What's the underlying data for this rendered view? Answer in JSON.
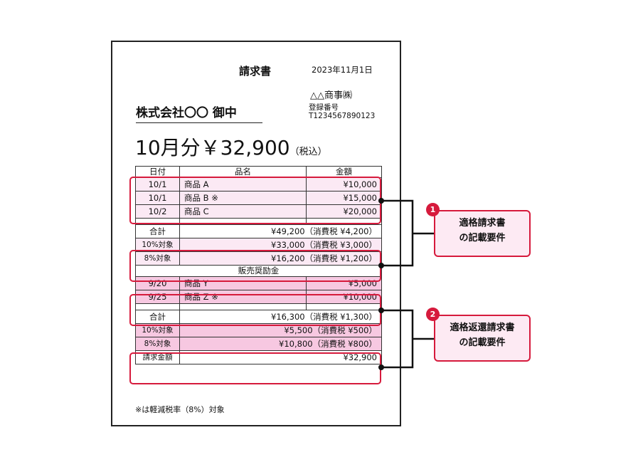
{
  "invoice": {
    "title": "請求書",
    "date": "2023年11月1日",
    "client": "株式会社〇〇 御中",
    "issuer": "△△商事㈱",
    "registration_label": "登録番号",
    "registration_number": "T1234567890123",
    "amount_main": "10月分￥32,900",
    "amount_suffix": "（税込）",
    "header": {
      "date": "日付",
      "item": "品名",
      "amount": "金額"
    },
    "items": [
      {
        "date": "10/1",
        "name": "商品 A",
        "amount": "¥10,000"
      },
      {
        "date": "10/1",
        "name": "商品 B ※",
        "amount": "¥15,000"
      },
      {
        "date": "10/2",
        "name": "商品 C",
        "amount": "¥20,000"
      }
    ],
    "subtotal": {
      "label": "合計",
      "value": "¥49,200（消費税 ¥4,200）"
    },
    "tax_10": {
      "label": "10%対象",
      "value": "¥33,000（消費税 ¥3,000）"
    },
    "tax_8": {
      "label": "8%対象",
      "value": "¥16,200（消費税 ¥1,200）"
    },
    "rebate_header": "販売奨励金",
    "rebates": [
      {
        "date": "9/20",
        "name": "商品 Y",
        "amount": "¥5,000"
      },
      {
        "date": "9/25",
        "name": "商品 Z ※",
        "amount": "¥10,000"
      }
    ],
    "rebate_subtotal": {
      "label": "合計",
      "value": "¥16,300（消費税 ¥1,300）"
    },
    "rebate_tax_10": {
      "label": "10%対象",
      "value": "¥5,500（消費税 ¥500）"
    },
    "rebate_tax_8": {
      "label": "8%対象",
      "value": "¥10,800（消費税 ¥800）"
    },
    "total": {
      "label": "請求金額",
      "value": "¥32,900"
    },
    "note": "※は軽減税率（8%）対象"
  },
  "callouts": [
    {
      "number": "1",
      "line1": "適格請求書",
      "line2": "の記載要件"
    },
    {
      "number": "2",
      "line1": "適格返還請求書",
      "line2": "の記載要件"
    }
  ],
  "colors": {
    "highlight_border": "#d61a3c",
    "light_pink": "#fbe9f4",
    "pink": "#f7c8e1",
    "callout_fill": "#fdeaf3"
  }
}
